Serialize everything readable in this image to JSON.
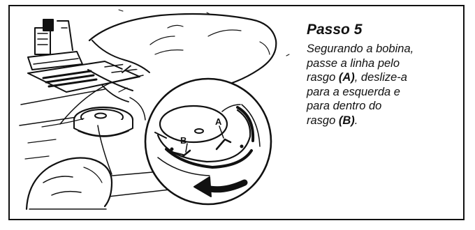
{
  "instruction": {
    "title": "Passo 5",
    "line1": "Segurando a bobina,",
    "line2": "passe a linha pelo",
    "line3_pre": "rasgo ",
    "label_a": "(A)",
    "line3_post": ", deslize-a",
    "line4": "para a esquerda e",
    "line5": "para dentro do",
    "line6_pre": "rasgo ",
    "label_b": "(B)",
    "line6_post": "."
  },
  "illustration": {
    "callout_a": "A",
    "callout_b": "B",
    "icons": [
      "bobbin-case-icon",
      "hand-icon",
      "direction-arrow-icon",
      "magnifier-circle-icon"
    ],
    "ink_color": "#111111"
  }
}
